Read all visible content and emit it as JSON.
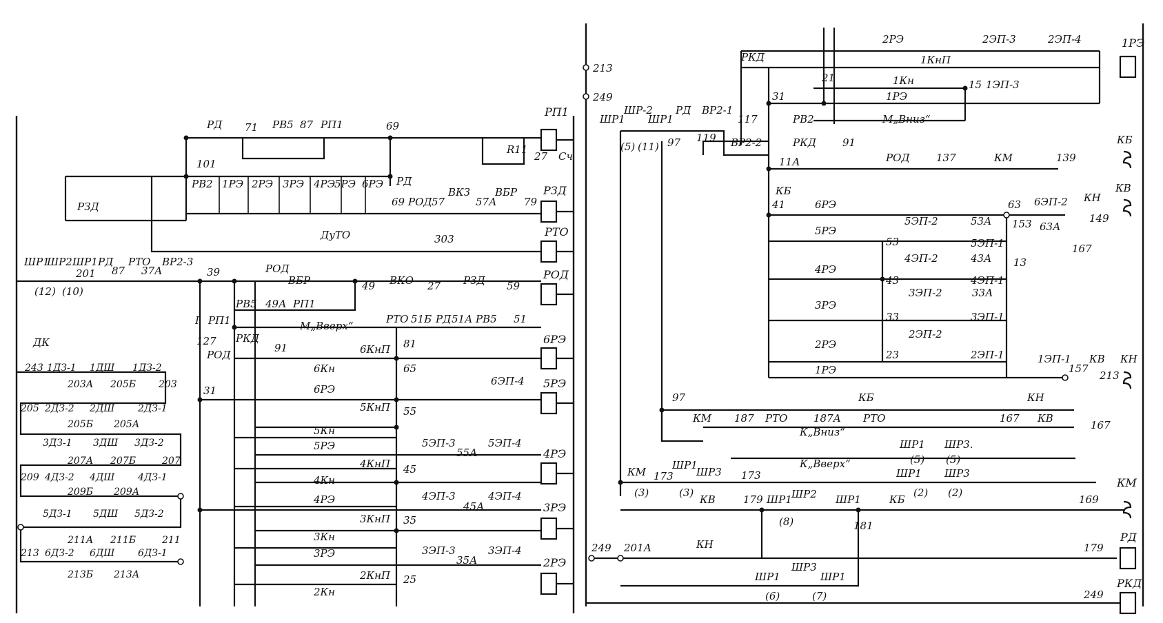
{
  "left_panel": {
    "group1_labels": [
      "РД",
      "71",
      "РВ5",
      "87",
      "РП1",
      "69",
      "РП1",
      "101",
      "РВ2",
      "1РЭ",
      "2РЭ",
      "3РЭ",
      "4РЭ",
      "5РЭ",
      "6РЭ",
      "РЗД",
      "РД",
      "69",
      "РОД",
      "57",
      "ВКЗ",
      "57А",
      "ВБР",
      "79",
      "РЗД",
      "R11",
      "27",
      "Сч",
      "ДуТО",
      "303",
      "РТО"
    ],
    "main_input_labels": [
      "ШР1",
      "ШР2",
      "ШР1",
      "201",
      "РД",
      "87",
      "РТО",
      "37А",
      "ВР2-3",
      "(12)",
      "(10)",
      "39",
      "ДК"
    ],
    "motor_labels": [
      "РОД",
      "ВБР",
      "49",
      "ВКО",
      "27",
      "РЗД",
      "59",
      "РОД",
      "РВ5",
      "49А",
      "РП1",
      "I",
      "РП1",
      "127",
      "РОД",
      "РКД",
      "91",
      "М„Вверх“",
      "РТО",
      "51Б",
      "РД",
      "51А",
      "РВ5",
      "51",
      "6РЭ",
      "6КнП",
      "81",
      "6Кн",
      "65",
      "31",
      "6РЭ",
      "6ЭП-4",
      "5РЭ",
      "5КнП",
      "55",
      "5Кн",
      "5РЭ",
      "5ЭП-3",
      "55А",
      "5ЭП-4",
      "4РЭ",
      "4КнП",
      "45",
      "4Кн",
      "4РЭ",
      "4ЭП-3",
      "45А",
      "4ЭП-4",
      "3РЭ",
      "3КнП",
      "35",
      "3Кн",
      "3РЭ",
      "3ЭП-3",
      "35А",
      "3ЭП-4",
      "2РЭ",
      "2КнП",
      "25",
      "2Кн"
    ],
    "door_labels": [
      "243",
      "1ДЗ-1",
      "1ДШ",
      "1ДЗ-2",
      "203А",
      "205Б",
      "203",
      "205",
      "2ДЗ-2",
      "2ДШ",
      "2ДЗ-1",
      "205Б",
      "205А",
      "3ДЗ-1",
      "3ДШ",
      "3ДЗ-2",
      "207А",
      "207Б",
      "207",
      "209",
      "4ДЗ-2",
      "4ДШ",
      "4ДЗ-1",
      "209Б",
      "209А",
      "5ДЗ-1",
      "5ДШ",
      "5ДЗ-2",
      "211А",
      "211Б",
      "211",
      "213",
      "6ДЗ-2",
      "6ДШ",
      "6ДЗ-1",
      "213Б",
      "213А"
    ]
  },
  "middle_labels": [
    "213",
    "249"
  ],
  "right_panel": {
    "top_labels": [
      "РКД",
      "2РЭ",
      "2ЭП-3",
      "2ЭП-4",
      "1РЭ",
      "1КнП",
      "21",
      "1Кн",
      "15",
      "1ЭП-3",
      "31",
      "1РЭ",
      "ШР1",
      "ШР-2",
      "ШР1",
      "РД",
      "ВР2-1",
      "117",
      "РВ2",
      "119",
      "ВР2-2",
      "РКД",
      "91",
      "М„Вниз“",
      "(5)",
      "(11)",
      "97",
      "11А",
      "РОД",
      "137",
      "КМ",
      "139",
      "КБ",
      "КБ",
      "41",
      "6РЭ",
      "63",
      "6ЭП-2",
      "КН",
      "КВ",
      "149",
      "153",
      "53А",
      "5ЭП-2",
      "5РЭ",
      "53",
      "5ЭП-1",
      "63А",
      "167",
      "43А",
      "4ЭП-2",
      "4РЭ",
      "43",
      "4ЭП-1",
      "13",
      "3ЭП-2",
      "33А",
      "3РЭ",
      "33",
      "3ЭП-1",
      "2ЭП-2",
      "2РЭ",
      "23",
      "2ЭП-1",
      "1ЭП-1",
      "1РЭ",
      "157",
      "КВ",
      "КН",
      "213"
    ],
    "bottom_labels": [
      "97",
      "КБ",
      "КН",
      "КМ",
      "187",
      "РТО",
      "187А",
      "РТО",
      "167",
      "КВ",
      "167",
      "К„Вниз“",
      "ШР1",
      "ШР3.",
      "(5)",
      "(5)",
      "К„Вверх“",
      "КМ",
      "173",
      "ШР1",
      "ШР3",
      "173",
      "ШР1",
      "ШР3",
      "(3)",
      "(3)",
      "(2)",
      "(2)",
      "КВ",
      "179",
      "ШР1",
      "ШР2",
      "ШР1",
      "КБ",
      "169",
      "КМ",
      "(8)",
      "181",
      "249",
      "201А",
      "КН",
      "179",
      "РД",
      "ШР1",
      "ШР3",
      "ШР1",
      "(6)",
      "(7)",
      "249",
      "РКД"
    ]
  }
}
